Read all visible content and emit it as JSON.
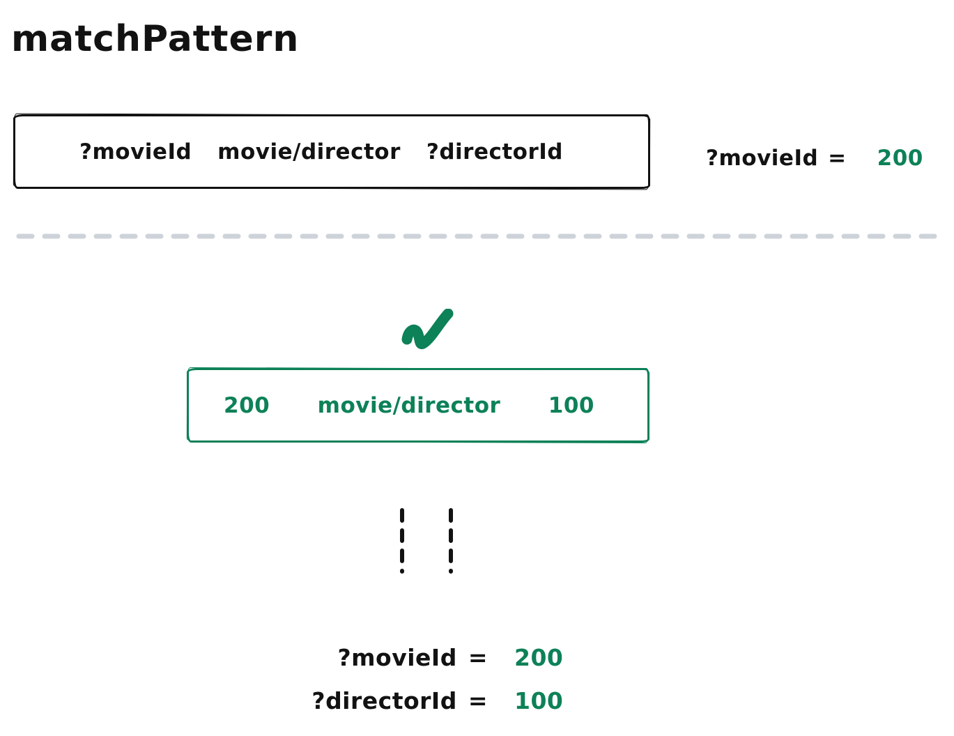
{
  "title": "matchPattern",
  "colors": {
    "ink": "#121212",
    "green": "#0d8157",
    "divider_gray": "#ced3da"
  },
  "icons": {
    "check": "checkmark"
  },
  "query_pattern": {
    "subject": "?movieId",
    "predicate": "movie/director",
    "object": "?directorId"
  },
  "input_binding": {
    "variable": "?movieId",
    "equals": "=",
    "value": "200"
  },
  "matched_triple": {
    "subject": "200",
    "predicate": "movie/director",
    "object": "100"
  },
  "output_bindings": [
    {
      "variable": "?movieId",
      "equals": "=",
      "value": "200"
    },
    {
      "variable": "?directorId",
      "equals": "=",
      "value": "100"
    }
  ]
}
